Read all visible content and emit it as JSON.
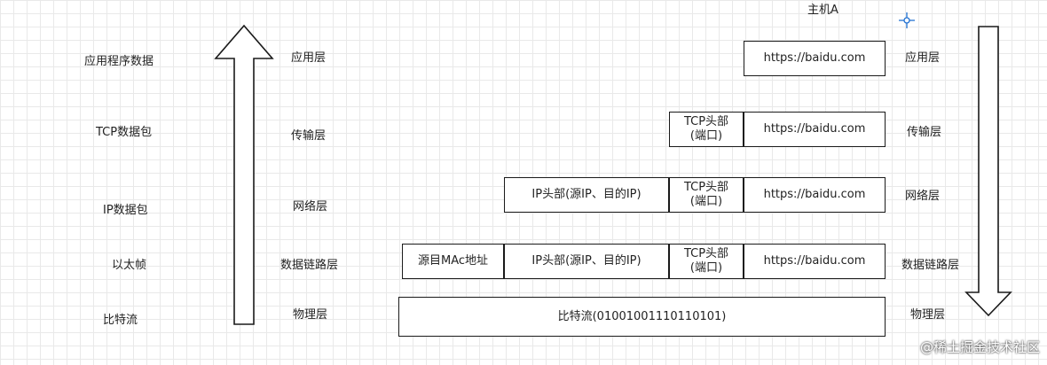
{
  "host_title": "主机A",
  "left_column": {
    "items": [
      "应用程序数据",
      "TCP数据包",
      "IP数据包",
      "以太帧",
      "比特流"
    ]
  },
  "middle_column": {
    "items": [
      "应用层",
      "传输层",
      "网络层",
      "数据链路层",
      "物理层"
    ]
  },
  "right_column": {
    "items": [
      "应用层",
      "传输层",
      "网络层",
      "数据链路层",
      "物理层"
    ]
  },
  "boxes": {
    "url": "https://baidu.com",
    "tcp_header_line1": "TCP头部",
    "tcp_header_line2": "(端口)",
    "ip_header": "IP头部(源IP、目的IP)",
    "mac_header": "源目MAc地址",
    "bitstream": "比特流(010010011101101​01)"
  },
  "watermark": "@稀土掘金技术社区",
  "icons": {
    "up_arrow": "up-arrow-icon",
    "down_arrow": "down-arrow-icon",
    "crosshair": "crosshair-icon"
  }
}
